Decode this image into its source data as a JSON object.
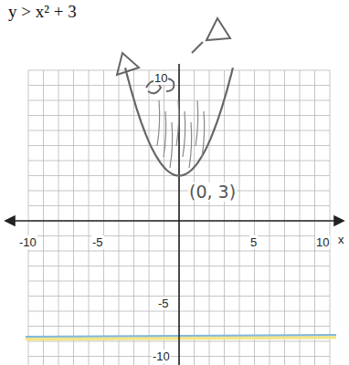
{
  "diagram": {
    "labels": [
      "y > x² + 3",
      "10",
      "-10",
      "-5",
      "5",
      "10",
      "x",
      "-5",
      "-10",
      "(0, 3)"
    ]
  }
}
